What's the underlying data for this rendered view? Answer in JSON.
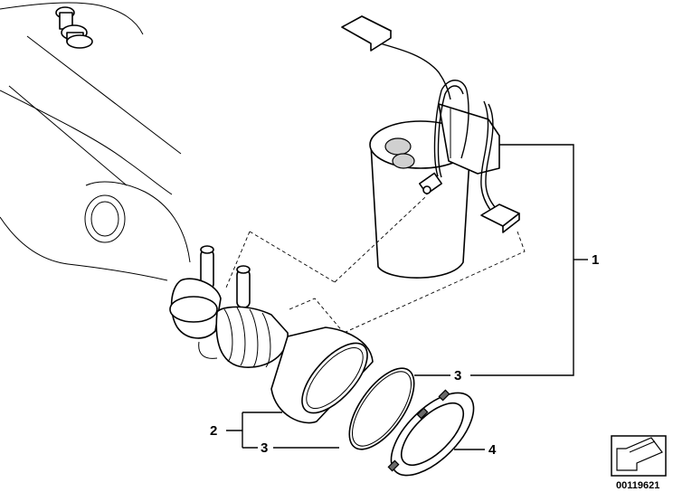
{
  "callouts": {
    "c1": "1",
    "c2": "2",
    "c3a": "3",
    "c3b": "3",
    "c4": "4"
  },
  "reference_number": "00119621"
}
